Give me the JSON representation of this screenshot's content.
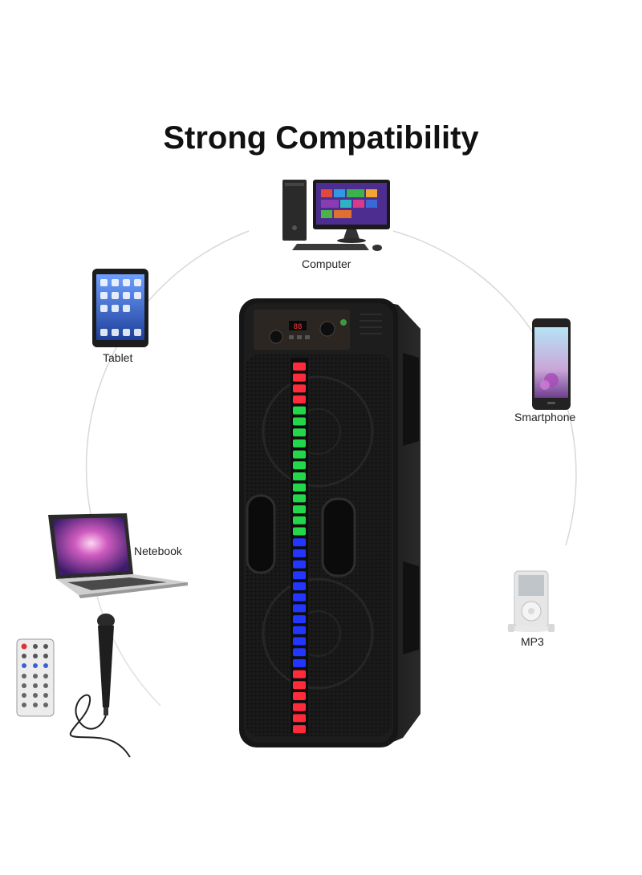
{
  "title": "Strong Compatibility",
  "devices": {
    "computer": "Computer",
    "tablet": "Tablet",
    "smartphone": "Smartphone",
    "netbook": "Netebook",
    "mp3": "MP3"
  },
  "speaker_display": "88",
  "colors": {
    "red": "#ff2a3a",
    "green": "#22d84a",
    "blue": "#2236ff",
    "speaker_body": "#151515"
  },
  "icons": [
    "computer-icon",
    "tablet-icon",
    "smartphone-icon",
    "laptop-icon",
    "mp3-player-icon",
    "remote-control-icon",
    "microphone-icon",
    "speaker-image"
  ]
}
